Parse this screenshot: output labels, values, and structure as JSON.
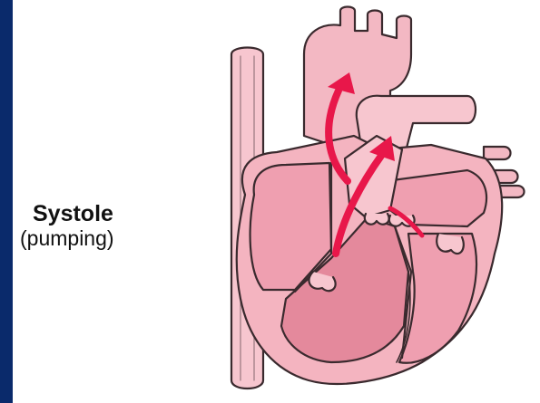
{
  "caption": {
    "title": "Systole",
    "subtitle": "(pumping)"
  },
  "colors": {
    "heart_light": "#f7c6cf",
    "heart_mid": "#ef9fb0",
    "heart_dark": "#e4899c",
    "outline": "#3a2a2e",
    "arrow": "#e8174a",
    "side_bar": "#0a2a6b"
  },
  "figure": {
    "subject": "heart-cross-section",
    "arrows": [
      "aortic-outflow-arrow",
      "pulmonary-outflow-arrow",
      "valve-arrow"
    ]
  }
}
